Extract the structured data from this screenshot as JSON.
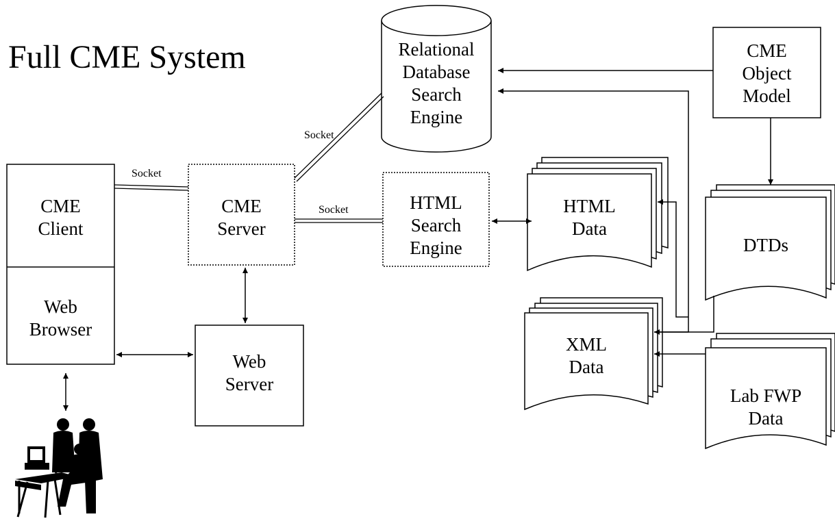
{
  "title": "Full CME System",
  "nodes": {
    "relational_db": "Relational\nDatabase\nSearch\nEngine",
    "object_model": "CME\nObject\nModel",
    "cme_client": "CME\nClient",
    "web_browser": "Web\nBrowser",
    "cme_server": "CME\nServer",
    "web_server": "Web\nServer",
    "html_search": "HTML\nSearch\nEngine",
    "html_data": "HTML\nData",
    "xml_data": "XML\nData",
    "dtds": "DTDs",
    "lab_fwp": "Lab FWP\nData"
  },
  "connections": {
    "socket_client_server": "Socket",
    "socket_server_db": "Socket",
    "socket_server_html": "Socket"
  },
  "icons": {
    "users": "users-at-computer-icon"
  }
}
